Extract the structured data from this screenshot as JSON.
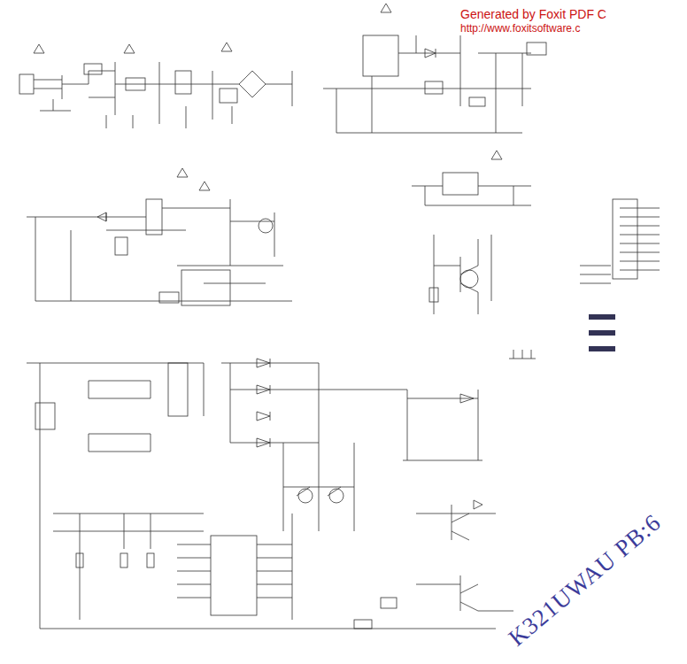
{
  "diagram": {
    "labels": [
      "Generated by Foxit PDF C",
      "http://www.foxitsoftware.c",
      "K321UWAU PB:6"
    ]
  }
}
